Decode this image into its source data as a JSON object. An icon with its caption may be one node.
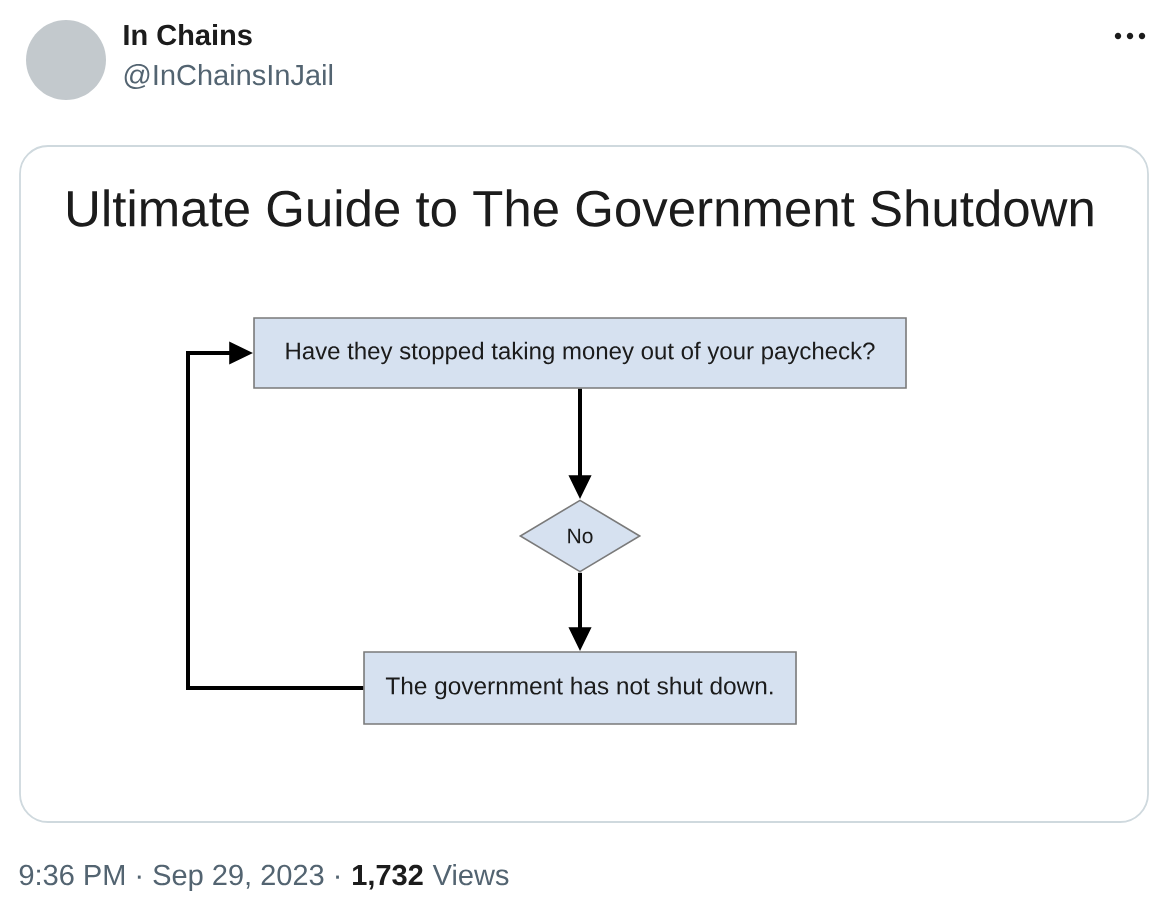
{
  "diagram": {
    "title": "Ultimate Guide to The Government Shutdown",
    "nodes": [
      {
        "text": [
          "Have they stopped taking money out of your paycheck?"
        ]
      },
      {
        "text": [
          "No"
        ]
      },
      {
        "text": [
          "The government has not shut down."
        ]
      }
    ],
    "edges": [
      {
        "from": 0,
        "to": 1,
        "arrow": "to"
      },
      {
        "from": 1,
        "to": 2,
        "arrow": "to"
      },
      {
        "from": 2,
        "to": 0,
        "arrow": "to"
      }
    ],
    "labels": [
      "In Chains",
      "@InChainsInJail",
      "9:36 PM · Sep 29, 2023 ·",
      "1,732",
      "Views"
    ]
  }
}
